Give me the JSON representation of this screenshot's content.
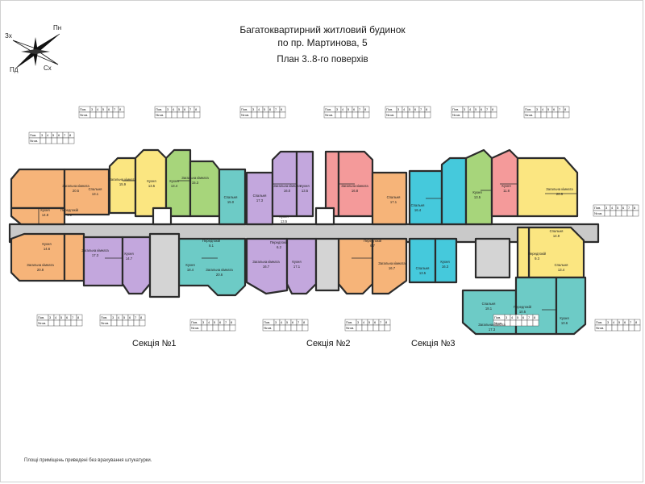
{
  "title": {
    "line1": "Багатоквартирний житловий будинок",
    "line2": "по пр. Мартинова, 5",
    "line3": "План 3..8-го поверхів"
  },
  "compass": {
    "n": "Пн",
    "w": "Зх",
    "s": "Пд",
    "e": "Сх"
  },
  "sections": [
    "Секція №1",
    "Секція №2",
    "Секція №3"
  ],
  "footnote": "Площі приміщень приведені без врахування штукатурки.",
  "table": {
    "floor_label": "Пов.",
    "apt_label": "№ кв.",
    "floors": [
      "3",
      "4",
      "5",
      "6",
      "7",
      "8"
    ]
  },
  "colors": {
    "orange": "#f6b479",
    "purple": "#c3a7dd",
    "yellow": "#fbe681",
    "green": "#a7d57b",
    "teal": "#6dcbc6",
    "pink": "#f49a9a",
    "cyan": "#45c9dc",
    "corridor": "#c9c9c9",
    "wall": "#2b2b2b"
  },
  "rooms": [
    {
      "label": "Загальна кімната",
      "area": "20.5"
    },
    {
      "label": "Спальня",
      "area": "13.1"
    },
    {
      "label": "Кухня",
      "area": "14.8"
    },
    {
      "label": "Передпокій",
      "area": "4.9"
    },
    {
      "label": "Кухня",
      "area": "14.6"
    },
    {
      "label": "Загальна кімната",
      "area": "20.8"
    },
    {
      "label": "Загальна кімната",
      "area": "17.3"
    },
    {
      "label": "Кухня",
      "area": "14.7"
    },
    {
      "label": "Загальна кімната",
      "area": "15.9"
    },
    {
      "label": "Кухня",
      "area": "13.5"
    },
    {
      "label": "Кухня",
      "area": "13.4"
    },
    {
      "label": "Загальна кімната",
      "area": "15.3"
    },
    {
      "label": "Спальня",
      "area": "15.0"
    },
    {
      "label": "Передпокій",
      "area": "8.1"
    },
    {
      "label": "Кухня",
      "area": "18.4"
    },
    {
      "label": "Загальна кімната",
      "area": "20.6"
    },
    {
      "label": "Спальня",
      "area": "17.3"
    },
    {
      "label": "Загальна кімната",
      "area": "16.0"
    },
    {
      "label": "Кухня",
      "area": "13.5"
    },
    {
      "label": "Загальна кімната",
      "area": "16.7"
    },
    {
      "label": "Передпокій",
      "area": "6.2"
    },
    {
      "label": "Кухня",
      "area": "17.1"
    },
    {
      "label": "Кухня",
      "area": "13.5"
    },
    {
      "label": "Загальна кімната",
      "area": "16.8"
    },
    {
      "label": "Спальня",
      "area": "17.1"
    },
    {
      "label": "Передпокій",
      "area": "6.7"
    },
    {
      "label": "Загальна кімната",
      "area": "16.7"
    },
    {
      "label": "Спальня",
      "area": "16.4"
    },
    {
      "label": "Кухня",
      "area": "16.3"
    },
    {
      "label": "Спальня",
      "area": "13.5"
    },
    {
      "label": "Кухня",
      "area": "13.5"
    },
    {
      "label": "Кухня",
      "area": "11.8"
    },
    {
      "label": "Загальна кімната",
      "area": "20.5"
    },
    {
      "label": "Спальня",
      "area": "14.9"
    },
    {
      "label": "Передпокій",
      "area": "9.3"
    },
    {
      "label": "Спальня",
      "area": "13.4"
    },
    {
      "label": "Спальня",
      "area": "18.1"
    },
    {
      "label": "Передпокій",
      "area": "10.5"
    },
    {
      "label": "Загальна кімната",
      "area": "17.3"
    },
    {
      "label": "Кухня",
      "area": "10.6"
    }
  ]
}
